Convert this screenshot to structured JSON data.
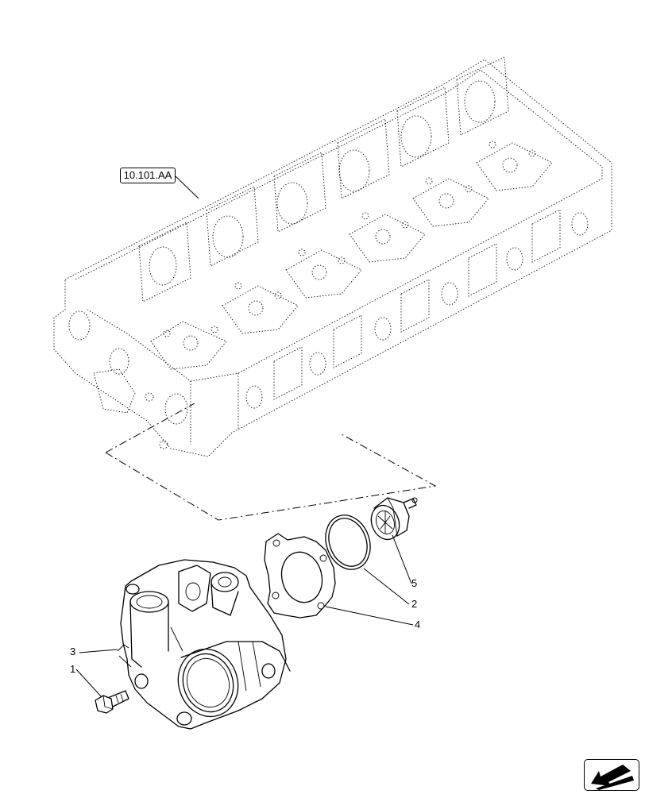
{
  "diagram": {
    "reference_label": "10.101.AA",
    "callouts": [
      {
        "id": "1",
        "label": "1"
      },
      {
        "id": "2",
        "label": "2"
      },
      {
        "id": "3",
        "label": "3"
      },
      {
        "id": "4",
        "label": "4"
      },
      {
        "id": "5",
        "label": "5"
      }
    ],
    "navigation_icon": "arrow-back-icon"
  }
}
